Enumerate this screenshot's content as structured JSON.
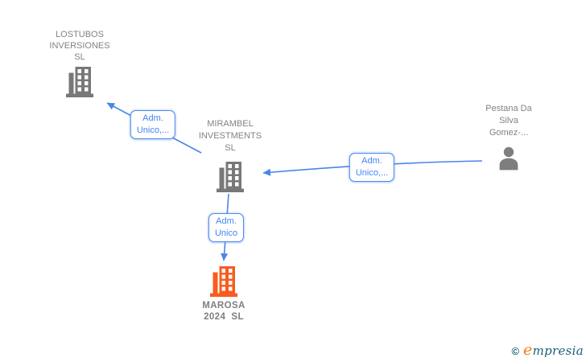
{
  "diagram": {
    "nodes": [
      {
        "id": "lostubos",
        "type": "company",
        "lines": [
          "LOSTUBOS",
          "INVERSIONES",
          "SL"
        ]
      },
      {
        "id": "mirambel",
        "type": "company",
        "lines": [
          "MIRAMBEL",
          "INVESTMENTS",
          "SL"
        ]
      },
      {
        "id": "pestana",
        "type": "person",
        "lines": [
          "Pestana Da",
          "Silva",
          "Gomez-..."
        ]
      },
      {
        "id": "marosa",
        "type": "company",
        "highlighted": true,
        "lines": [
          "MAROSA",
          "2024  SL"
        ]
      }
    ],
    "edge_labels": [
      {
        "lines": [
          "Adm.",
          "Unico,..."
        ]
      },
      {
        "lines": [
          "Adm.",
          "Unico,..."
        ]
      },
      {
        "lines": [
          "Adm.",
          "Unico"
        ]
      }
    ],
    "colors": {
      "edge_blue": "#4a86e8",
      "edge_label_text": "#4285f4",
      "node_text_gray": "#828282",
      "icon_gray": "#787878",
      "highlight_orange": "#f85c20"
    }
  },
  "footer": {
    "copyright": "©",
    "brand_first_letter": "e",
    "brand_rest": "mpresia",
    "brand_colors": {
      "first_letter": "#ef7c1b",
      "rest": "#186078"
    }
  }
}
